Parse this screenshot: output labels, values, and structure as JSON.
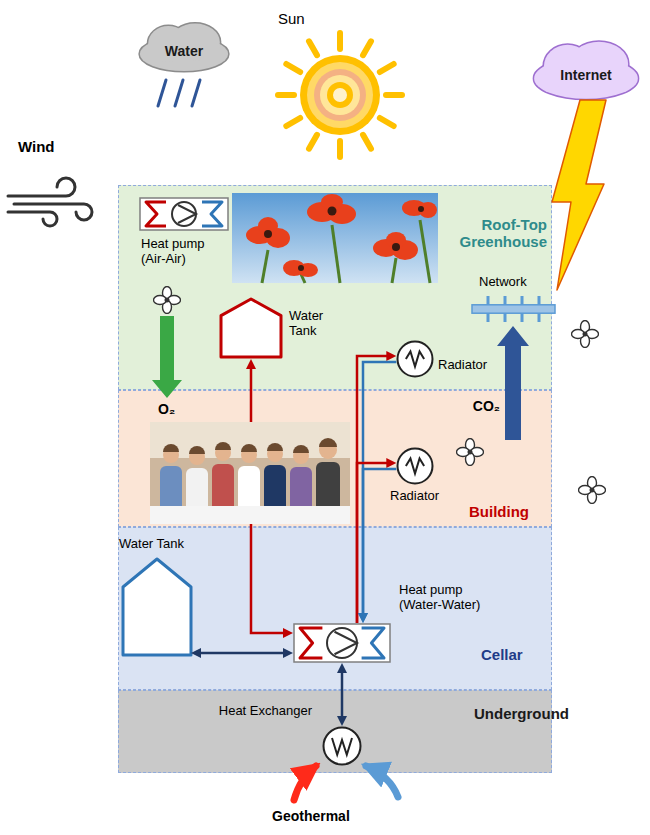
{
  "diagram": {
    "nodes": [
      {
        "text": [
          "Water"
        ]
      },
      {
        "text": [
          "Internet"
        ]
      },
      {
        "text": [
          "Roof-Top Greenhouse"
        ]
      },
      {
        "text": [
          "Heat pump (Air-Air)"
        ],
        "in": 2
      },
      {
        "text": [
          "Water Tank"
        ],
        "in": 2
      },
      {
        "text": [
          "Network"
        ],
        "in": 2
      },
      {
        "text": [
          "Radiator"
        ],
        "in": 2
      },
      {
        "text": [
          "Building"
        ]
      },
      {
        "text": [
          "Radiator"
        ],
        "in": 7
      },
      {
        "text": [
          "Cellar"
        ]
      },
      {
        "text": [
          "Water Tank"
        ],
        "in": 9
      },
      {
        "text": [
          "Heat pump (Water-Water)"
        ],
        "in": 9
      },
      {
        "text": [
          "Underground"
        ]
      },
      {
        "text": [
          "Heat Exchanger"
        ],
        "in": 12
      }
    ],
    "edges": [
      {
        "from": 4,
        "to": 11,
        "arrow": "both"
      },
      {
        "from": 11,
        "to": 6,
        "arrow": "both"
      },
      {
        "from": 11,
        "to": 8,
        "arrow": "both"
      },
      {
        "from": 10,
        "to": 11,
        "arrow": "both"
      },
      {
        "from": 11,
        "to": 13,
        "arrow": "both"
      }
    ],
    "labels": [
      "Sun",
      "Wind",
      "O₂",
      "CO₂",
      "Geothermal"
    ]
  }
}
